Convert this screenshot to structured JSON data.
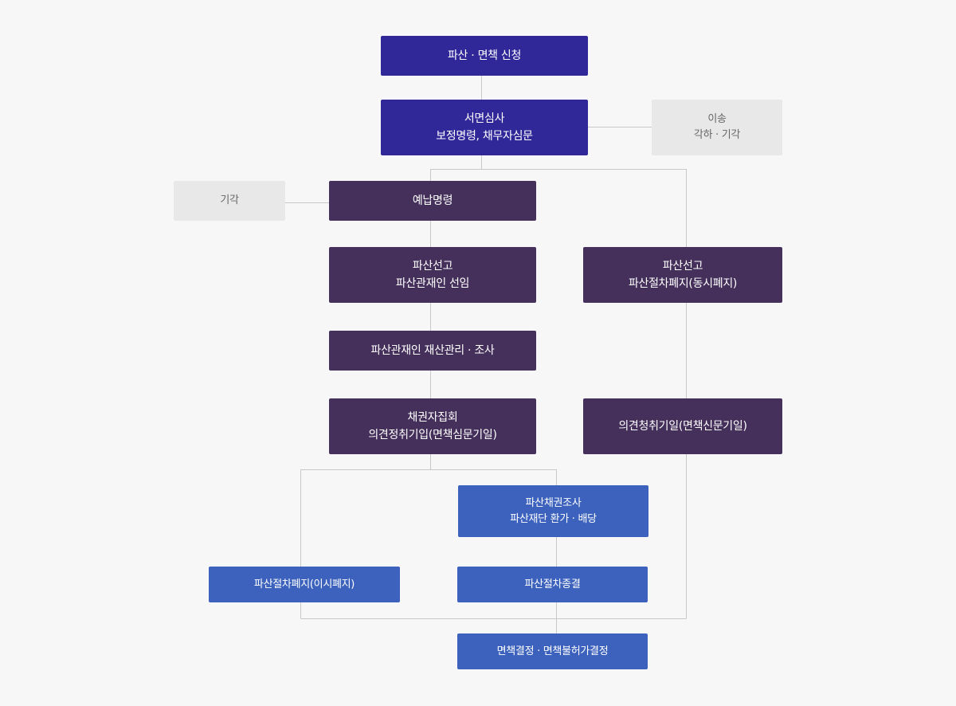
{
  "nodes": {
    "application": "파산 · 면책 신청",
    "document_review": "서면심사\n보정명령, 채무자심문",
    "transfer_reject": "이송\n각하 · 기각",
    "deposit_order": "예납명령",
    "dismissal": "기각",
    "declaration_trustee": "파산선고\n파산관재인 선임",
    "declaration_simultaneous": "파산선고\n파산절차폐지(동시폐지)",
    "trustee_management": "파산관재인 재산관리 · 조사",
    "creditors_meeting": "채권자집회\n의견정취기입(면책심문기일)",
    "opinion_hearing": "의견청취기일(면책신문기일)",
    "claim_investigation": "파산채권조사\n파산재단 환가 · 배당",
    "abolition_after": "파산절차폐지(이시폐지)",
    "conclusion": "파산절차종결",
    "discharge_decision": "면책결정 · 면책불허가결정"
  },
  "colors": {
    "indigo": "#302899",
    "purple": "#45305b",
    "blue": "#3c62bd",
    "gray_box": "#e8e8e8",
    "connector": "#c8c8c8",
    "background": "#f7f7f7"
  }
}
